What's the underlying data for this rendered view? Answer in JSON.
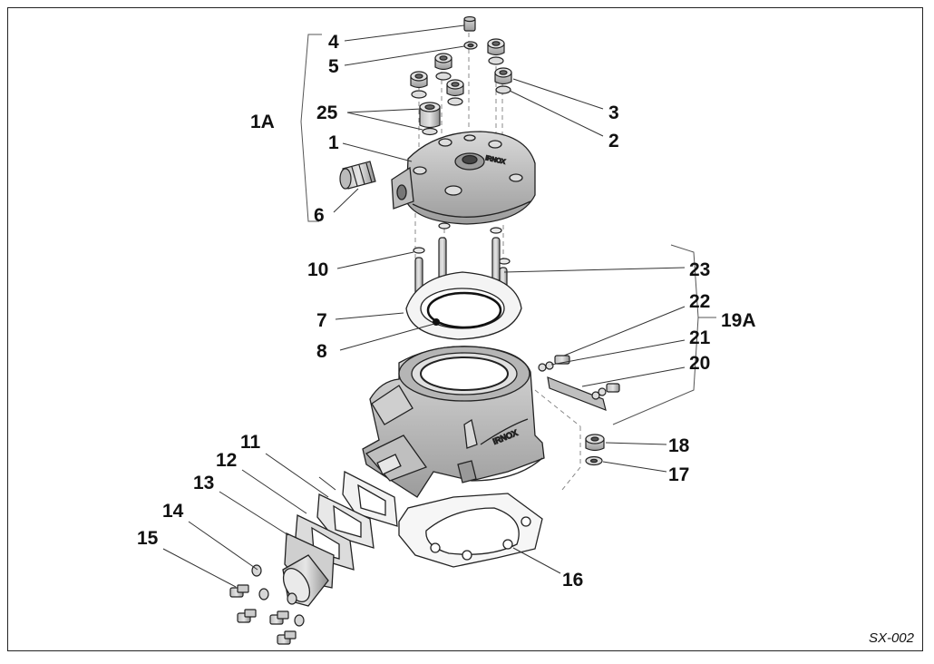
{
  "diagram": {
    "reference_code": "SX-002",
    "callouts": {
      "n1": "1",
      "n1A": "1A",
      "n2": "2",
      "n3": "3",
      "n4": "4",
      "n5": "5",
      "n6": "6",
      "n7": "7",
      "n8": "8",
      "n10": "10",
      "n11": "11",
      "n12": "12",
      "n13": "13",
      "n14": "14",
      "n15": "15",
      "n16": "16",
      "n17": "17",
      "n18": "18",
      "n19A": "19A",
      "n20": "20",
      "n21": "21",
      "n22": "22",
      "n23": "23",
      "n25": "25"
    }
  }
}
